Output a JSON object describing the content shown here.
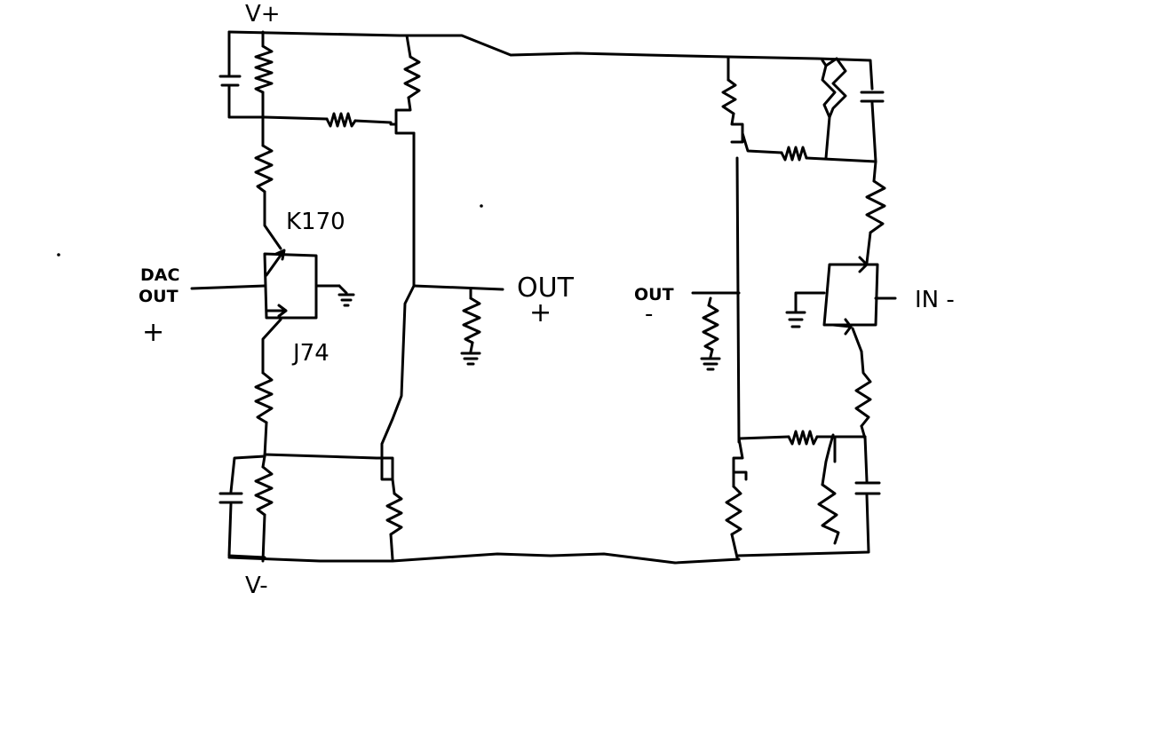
{
  "labels": {
    "vplus": "V+",
    "vminus": "V-",
    "dac_out_line1": "DAC",
    "dac_out_line2": "OUT",
    "dac_out_sign": "+",
    "k170": "K170",
    "j74": "J74",
    "out_plus": "OUT",
    "out_plus_sign": "+",
    "out_minus": "OUT",
    "out_minus_sign": "-",
    "in_minus": "IN -"
  }
}
